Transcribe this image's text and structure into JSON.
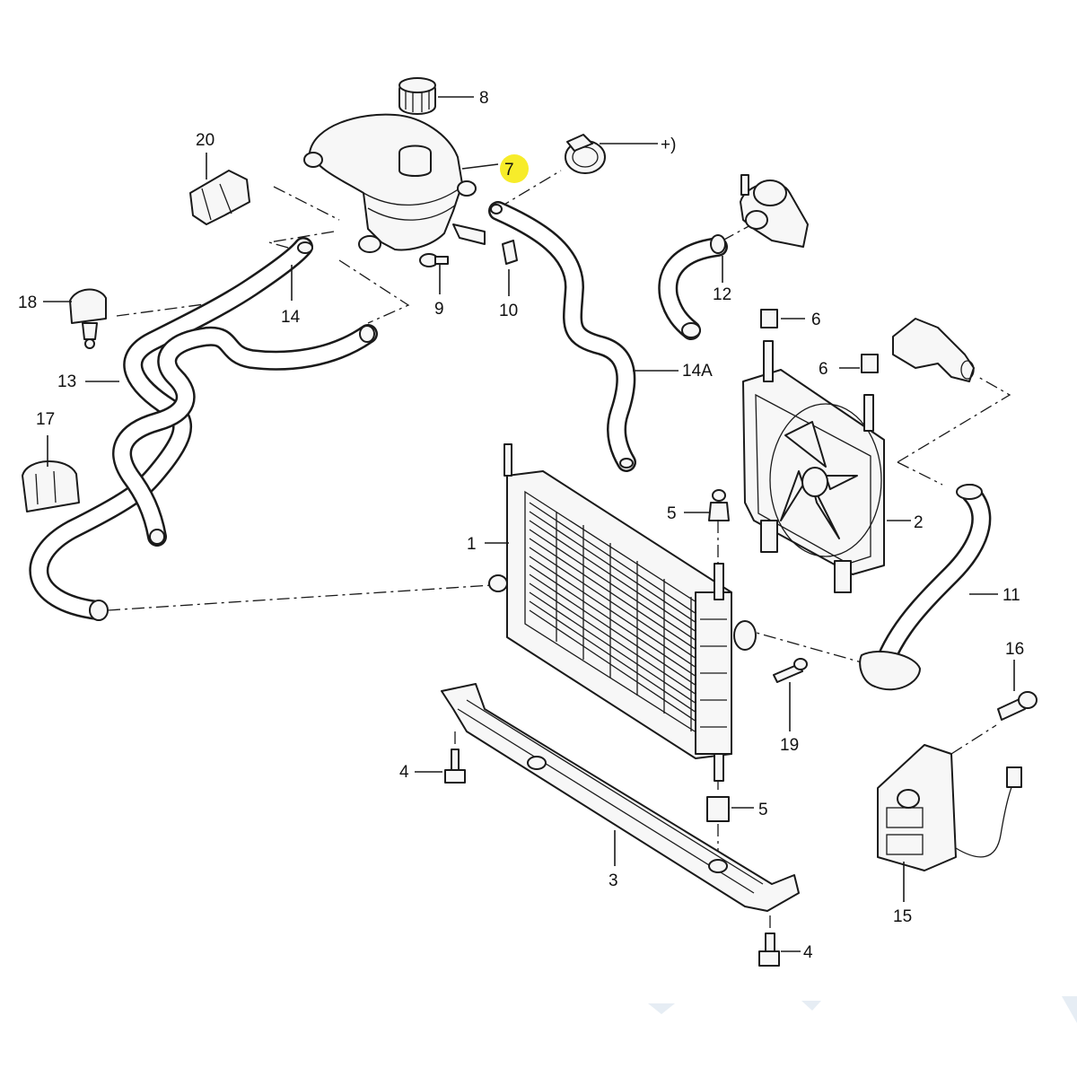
{
  "callouts": {
    "c1": "1",
    "c2": "2",
    "c3": "3",
    "c4a": "4",
    "c4b": "4",
    "c5a": "5",
    "c5b": "5",
    "c6a": "6",
    "c6b": "6",
    "c7": "7",
    "c8": "8",
    "c9": "9",
    "c10": "10",
    "c11": "11",
    "c12": "12",
    "c13": "13",
    "c14": "14",
    "c14a": "14A",
    "c15": "15",
    "c16": "16",
    "c17": "17",
    "c18": "18",
    "c19": "19",
    "c20": "20",
    "cplus": "+)"
  },
  "highlight": {
    "color": "#f7ec2a",
    "target": "7"
  },
  "colors": {
    "line": "#1a1a1a",
    "paper": "#ffffff",
    "watermark": "#e6edf4"
  }
}
